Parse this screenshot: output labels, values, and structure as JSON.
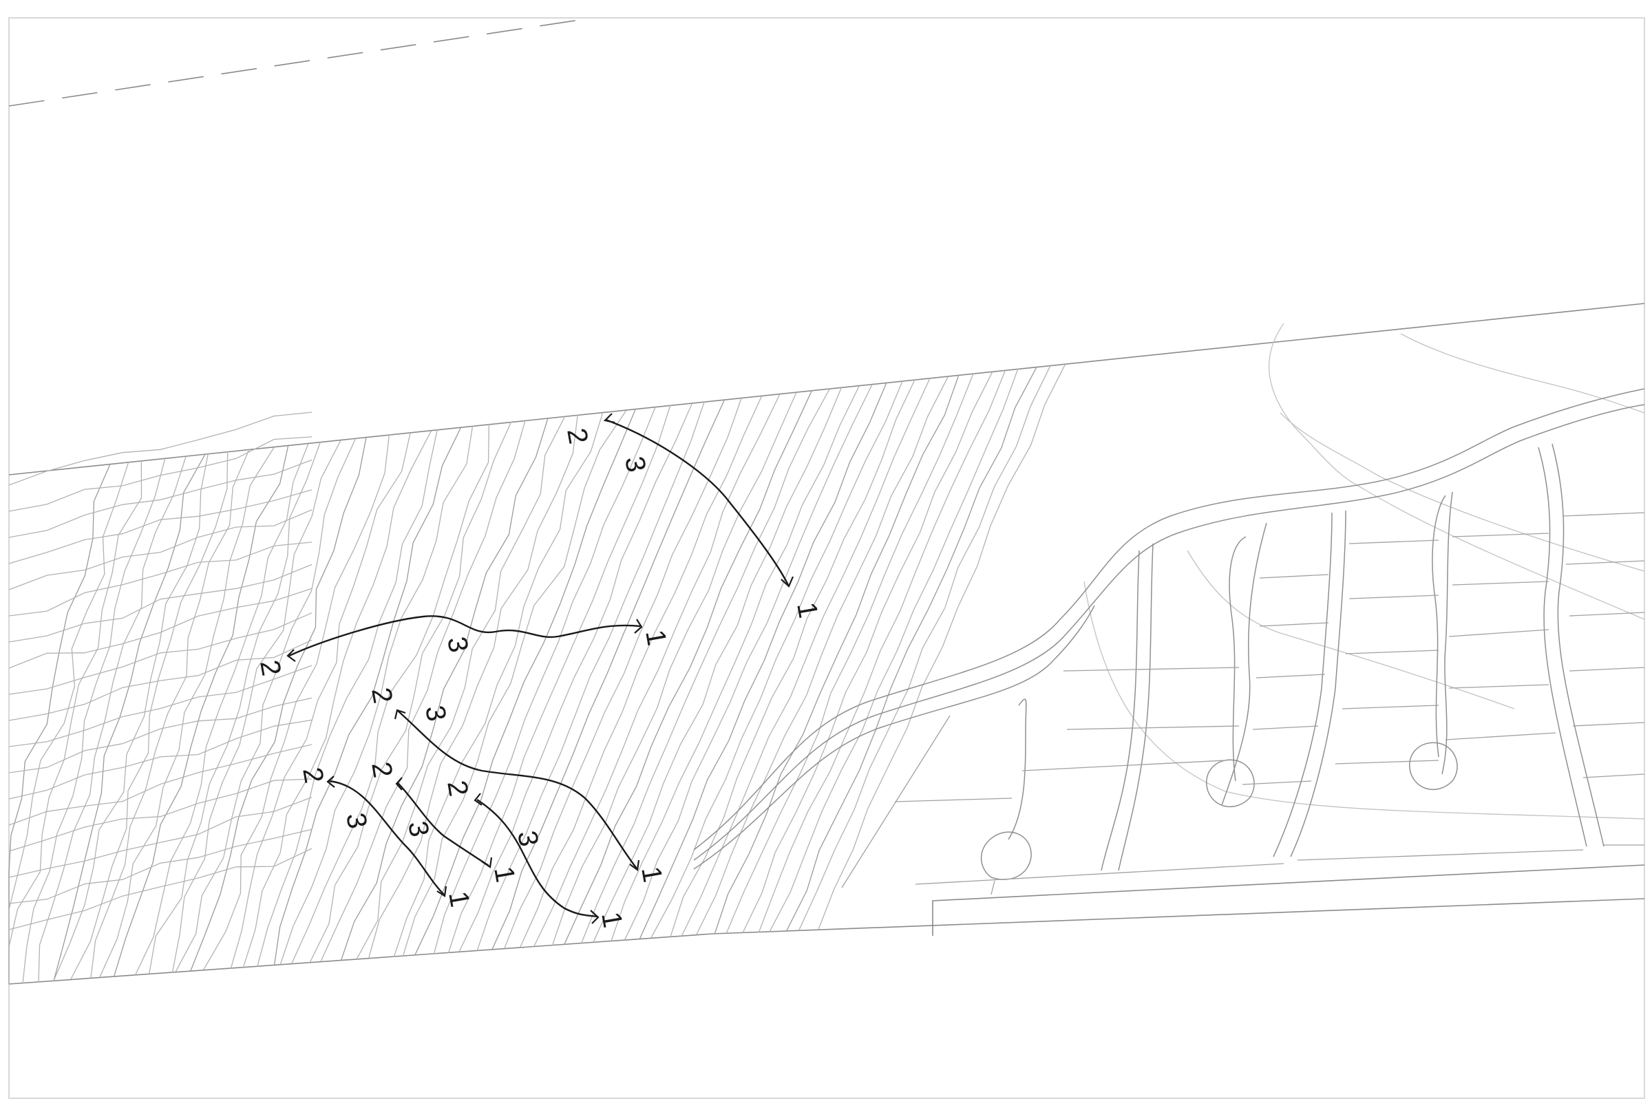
{
  "map": {
    "kind": "topographic site plan with section cut lines",
    "section_lines": [
      {
        "id": "A",
        "end_label": "1",
        "start_label": "2",
        "mid_label": "3"
      },
      {
        "id": "B",
        "end_label": "1",
        "start_label": "2",
        "mid_label": "3"
      },
      {
        "id": "C",
        "end_label": "1",
        "start_label": "2",
        "mid_label": "3"
      },
      {
        "id": "D",
        "end_label": "1",
        "start_label": "2",
        "mid_label": "3"
      },
      {
        "id": "E",
        "end_label": "1",
        "start_label": "2",
        "mid_label": "3"
      },
      {
        "id": "F",
        "end_label": "1",
        "start_label": "2",
        "mid_label": "3"
      }
    ],
    "colors": {
      "section_line": "#1a1a1a",
      "contour": "#b2b2b2",
      "road": "#8f8f8f",
      "frame": "#d8d8d8"
    }
  }
}
